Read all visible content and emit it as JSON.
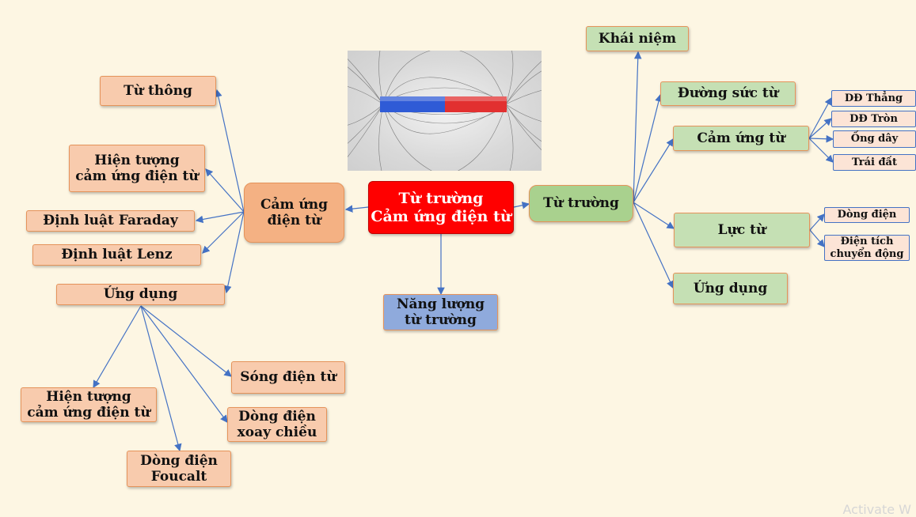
{
  "center": {
    "label": "Từ trường\nCảm ứng điện từ"
  },
  "left_main": {
    "label": "Cảm ứng\nđiện từ"
  },
  "left_items": {
    "tu_thong": "Từ thông",
    "hien_tuong": "Hiện tượng\ncảm ứng điện từ",
    "faraday": "Định luật Faraday",
    "lenz": "Định luật Lenz",
    "ung_dung": "Ứng dụng"
  },
  "applications": {
    "hien_tuong": "Hiện tượng\ncảm ứng điện từ",
    "song_dien_tu": "Sóng điện từ",
    "xoay_chieu": "Dòng điện\nxoay chiều",
    "foucalt": "Dòng điện\nFoucalt"
  },
  "bottom": {
    "label": "Năng lượng\ntừ trường"
  },
  "right_main": {
    "label": "Từ trường"
  },
  "right_items": {
    "khai_niem": "Khái niệm",
    "duong_suc_tu": "Đường sức từ",
    "cam_ung_tu": "Cảm ứng từ",
    "luc_tu": "Lực từ",
    "ung_dung": "Ứng dụng"
  },
  "cam_ung_tu_items": [
    "DĐ Thẳng",
    "DĐ Tròn",
    "Ống dây",
    "Trái đất"
  ],
  "luc_tu_items": [
    "Dòng điện",
    "Điện tích\nchuyển động"
  ],
  "colors": {
    "line": "#4472c4",
    "center": "#ff0000"
  },
  "watermark": "Activate W"
}
